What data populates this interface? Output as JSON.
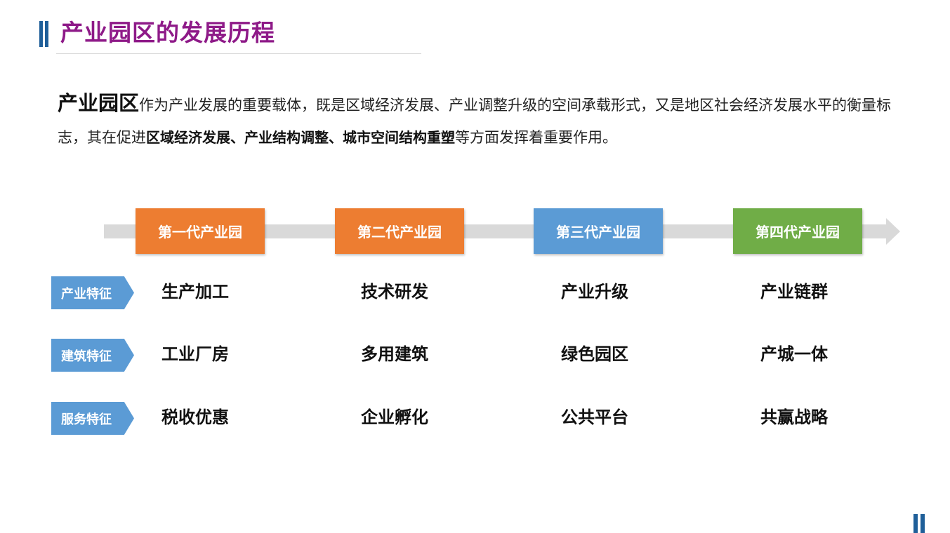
{
  "title": "产业园区的发展历程",
  "intro": {
    "lead": "产业园区",
    "part1": "作为产业发展的重要载体，既是区域经济发展、产业调整升级的空间承载形式，又是地区社会经济发展水平的衡量标志，其在促进",
    "emphasis": "区域经济发展、产业结构调整、城市空间结构重塑",
    "part2": "等方面发挥着重要作用。"
  },
  "generations": [
    {
      "label": "第一代产业园",
      "color": "#ed7d31"
    },
    {
      "label": "第二代产业园",
      "color": "#ed7d31"
    },
    {
      "label": "第三代产业园",
      "color": "#5b9bd5"
    },
    {
      "label": "第四代产业园",
      "color": "#70ad47"
    }
  ],
  "rows": [
    {
      "tag": "产业特征",
      "values": [
        "生产加工",
        "技术研发",
        "产业升级",
        "产业链群"
      ]
    },
    {
      "tag": "建筑特征",
      "values": [
        "工业厂房",
        "多用建筑",
        "绿色园区",
        "产城一体"
      ]
    },
    {
      "tag": "服务特征",
      "values": [
        "税收优惠",
        "企业孵化",
        "公共平台",
        "共赢战略"
      ]
    }
  ],
  "colors": {
    "title": "#8e1a88",
    "accent_bar": "#1f5f99",
    "tag": "#5b9bd5",
    "timeline": "#d9d9d9"
  }
}
